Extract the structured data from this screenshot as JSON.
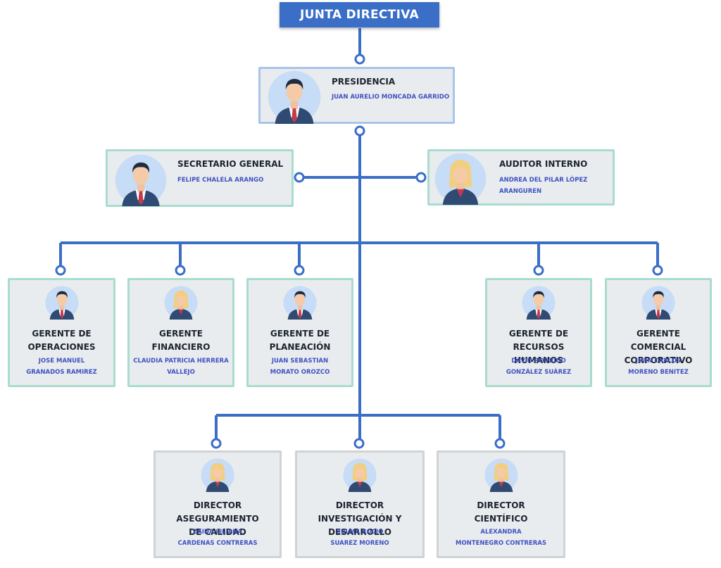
{
  "board": {
    "label": "JUNTA DIRECTIVA"
  },
  "colors": {
    "accent": "#3a6ec7",
    "name_text": "#3f52c1",
    "card_bg": "#e9ecee"
  },
  "presidency": {
    "title": "PRESIDENCIA",
    "name": "JUAN AURELIO MONCADA GARRIDO",
    "avatar": "male-executive-icon"
  },
  "secretary": {
    "title": "SECRETARIO GENERAL",
    "name": "FELIPE CHALELA ARANGO",
    "avatar": "male-executive-icon"
  },
  "auditor": {
    "title": "AUDITOR INTERNO",
    "name_line1": "ANDREA DEL PILAR LÓPEZ",
    "name_line2": "ARANGUREN",
    "avatar": "female-executive-icon"
  },
  "managers": [
    {
      "title_line1": "GERENTE DE",
      "title_line2": "OPERACIONES",
      "name_line1": "JOSE MANUEL",
      "name_line2": "GRANADOS RAMIREZ",
      "avatar": "male-executive-icon"
    },
    {
      "title_line1": "GERENTE",
      "title_line2": "FINANCIERO",
      "name_line1": "CLAUDIA PATRICIA HERRERA",
      "name_line2": "VALLEJO",
      "avatar": "female-executive-icon"
    },
    {
      "title_line1": "GERENTE DE",
      "title_line2": "PLANEACIÓN",
      "name_line1": "JUAN SEBASTIAN",
      "name_line2": "MORATO OROZCO",
      "avatar": "male-executive-icon"
    },
    {
      "title_line1": "GERENTE DE RECURSOS",
      "title_line2": "HUMANOS",
      "name_line1": "DAVID RODRIGO",
      "name_line2": "GONZÁLEZ SUÁREZ",
      "avatar": "male-executive-icon"
    },
    {
      "title_line1": "GERENTE COMERCIAL",
      "title_line2": "CORPORATIVO",
      "name_line1": "JUAN CARLOS",
      "name_line2": "MORENO BENITEZ",
      "avatar": "male-executive-icon"
    }
  ],
  "directors": [
    {
      "title_line1": "DIRECTOR ASEGURAMIENTO",
      "title_line2": "DE CALIDAD",
      "name_line1": "ZAIDA LILIANA",
      "name_line2": "CARDENAS CONTRERAS",
      "avatar": "female-executive-icon"
    },
    {
      "title_line1": "DIRECTOR INVESTIGACIÓN Y",
      "title_line2": "DESARROLLO",
      "name_line1": "ZULMA ROCIO",
      "name_line2": "SUAREZ MORENO",
      "avatar": "female-executive-icon"
    },
    {
      "title_line1": "DIRECTOR",
      "title_line2": "CIENTÍFICO",
      "name_line1": "ALEXANDRA",
      "name_line2": "MONTENEGRO CONTRERAS",
      "avatar": "female-executive-icon"
    }
  ]
}
